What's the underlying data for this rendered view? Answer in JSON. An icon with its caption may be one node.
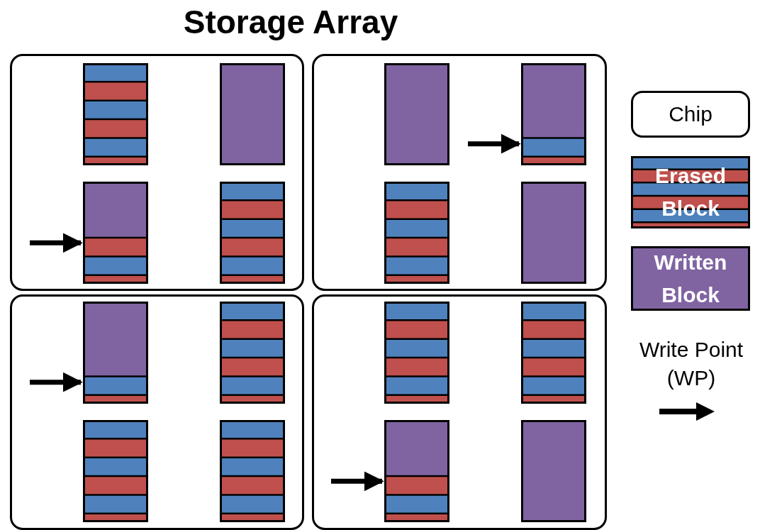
{
  "diagram": {
    "title": "Storage Array",
    "nodes": [
      {
        "text": [],
        "shape": "box"
      },
      {
        "text": [],
        "shape": "box",
        "in": 0
      },
      {
        "text": [],
        "shape": "box",
        "in": 0
      },
      {
        "text": [],
        "shape": "box",
        "in": 0
      },
      {
        "text": [],
        "shape": "box",
        "in": 0
      },
      {
        "text": [],
        "shape": "box"
      },
      {
        "text": [],
        "shape": "box",
        "in": 5
      },
      {
        "text": [],
        "shape": "box",
        "in": 5
      },
      {
        "text": [],
        "shape": "box",
        "in": 5
      },
      {
        "text": [],
        "shape": "box",
        "in": 5
      },
      {
        "text": [],
        "shape": "box"
      },
      {
        "text": [],
        "shape": "box",
        "in": 10
      },
      {
        "text": [],
        "shape": "box",
        "in": 10
      },
      {
        "text": [],
        "shape": "box",
        "in": 10
      },
      {
        "text": [],
        "shape": "box",
        "in": 10
      },
      {
        "text": [],
        "shape": "box"
      },
      {
        "text": [],
        "shape": "box",
        "in": 15
      },
      {
        "text": [],
        "shape": "box",
        "in": 15
      },
      {
        "text": [],
        "shape": "box",
        "in": 15
      },
      {
        "text": [],
        "shape": "box",
        "in": 15
      }
    ],
    "edges": [
      {
        "from": null,
        "to": 3,
        "arrow": "to"
      },
      {
        "from": null,
        "to": 7,
        "arrow": "to"
      },
      {
        "from": null,
        "to": 11,
        "arrow": "to"
      },
      {
        "from": null,
        "to": 18,
        "arrow": "to"
      }
    ],
    "legend": [
      {
        "text": "Chip"
      },
      {
        "text": "Erased Block"
      },
      {
        "text": "Written Block"
      },
      {
        "text": "Write Point (WP)"
      }
    ]
  }
}
